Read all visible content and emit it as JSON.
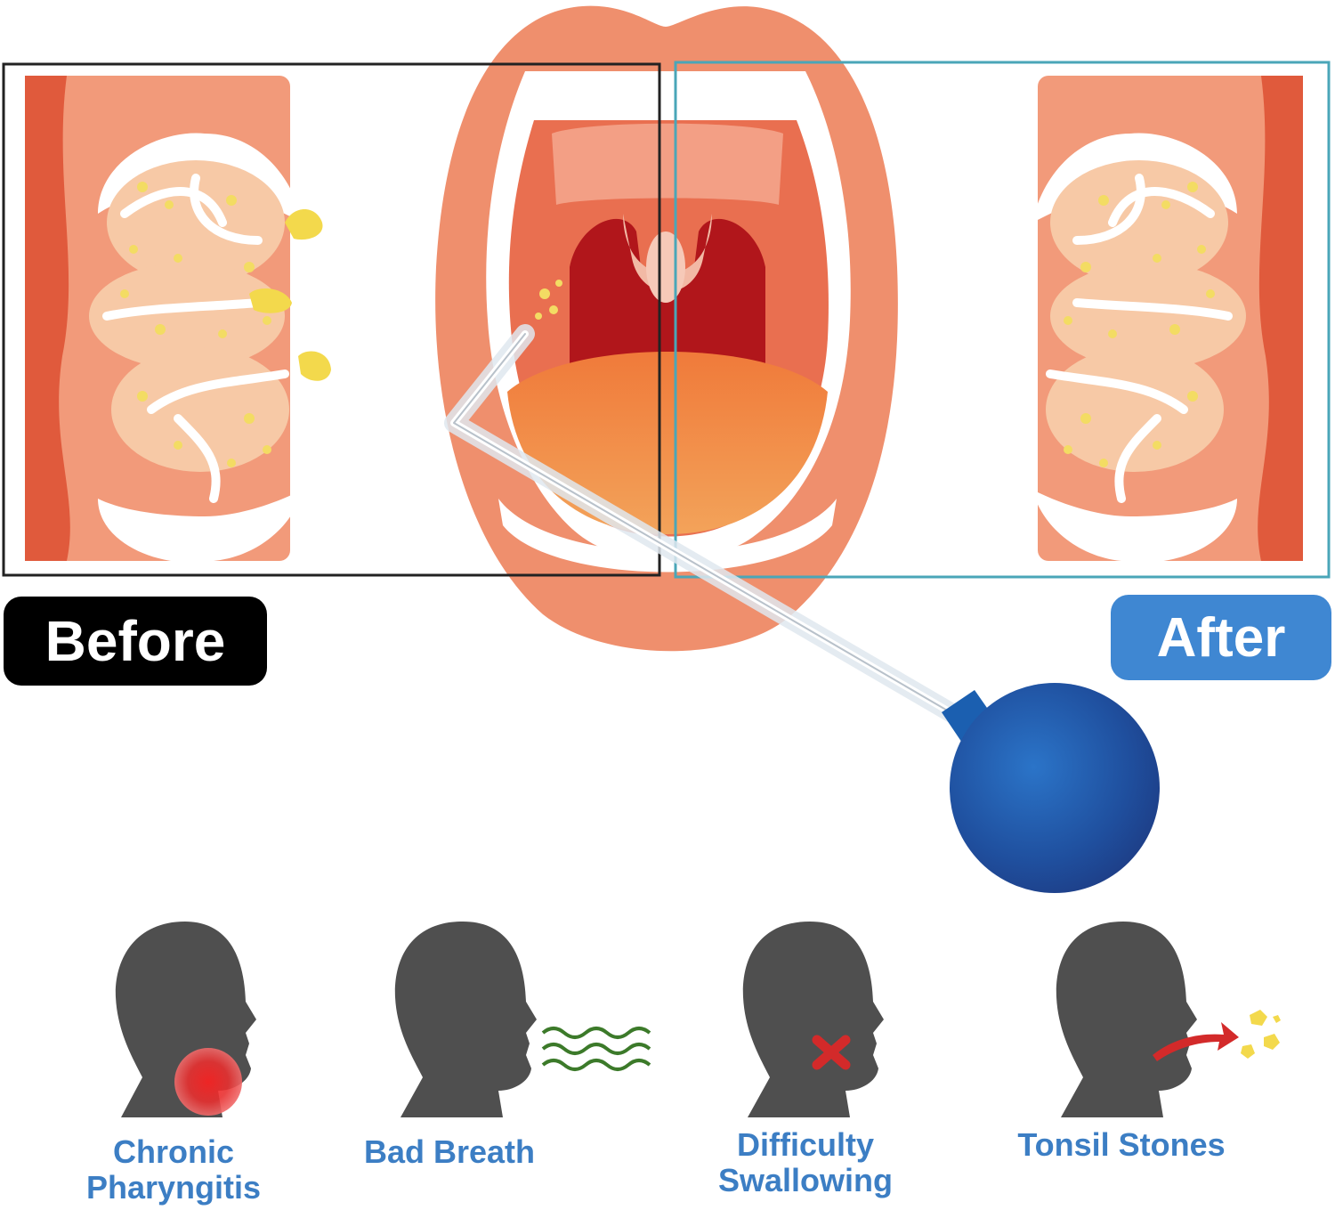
{
  "labels": {
    "before": "Before",
    "after": "After"
  },
  "symptoms": [
    {
      "line1": "Chronic",
      "line2": "Pharyngitis"
    },
    {
      "line1": "Bad Breath",
      "line2": ""
    },
    {
      "line1": "Difficulty",
      "line2": "Swallowing"
    },
    {
      "line1": "Tonsil Stones",
      "line2": ""
    }
  ],
  "colors": {
    "tissue": "#f29a7a",
    "tissue_dark": "#e05a3c",
    "stone": "#f3dc63",
    "before_frame": "#222222",
    "after_frame": "#4aa6b8",
    "after_badge": "#3f87d2",
    "caption": "#3c7ec4",
    "head": "#4f4f4f",
    "bulb": "#1f5fae"
  }
}
